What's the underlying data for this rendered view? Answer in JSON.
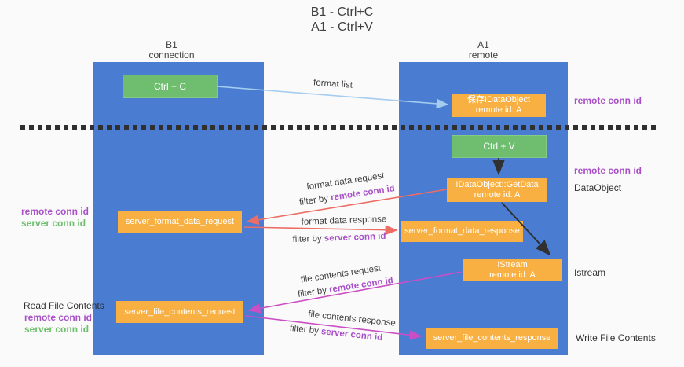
{
  "title": {
    "line1": "B1 - Ctrl+C",
    "line2": "A1 - Ctrl+V"
  },
  "lanes": {
    "left": {
      "name": "B1",
      "role": "connection"
    },
    "right": {
      "name": "A1",
      "role": "remote"
    }
  },
  "nodes": {
    "ctrl_c": {
      "label": "Ctrl + C"
    },
    "ctrl_v": {
      "label": "Ctrl + V"
    },
    "save_dataobject": {
      "line1": "保存IDataObject",
      "line2": "remote id: A"
    },
    "getdata": {
      "line1": "IDataObject::GetData",
      "line2": "remote id: A"
    },
    "format_data_request": {
      "label": "server_format_data_request"
    },
    "format_data_response": {
      "label": "server_format_data_response"
    },
    "istream": {
      "line1": "IStream",
      "line2": "remote id: A"
    },
    "file_contents_request": {
      "label": "server_file_contents_request"
    },
    "file_contents_response": {
      "label": "server_file_contents_response"
    }
  },
  "edges": {
    "format_list": {
      "label": "format list"
    },
    "format_data_request": {
      "label": "format data request"
    },
    "format_data_response": {
      "label": "format data response"
    },
    "file_contents_request": {
      "label": "file contents request"
    },
    "file_contents_response": {
      "label": "file contents response"
    },
    "filter_prefix": "filter by ",
    "remote_conn_id": "remote conn id",
    "server_conn_id": "server conn id"
  },
  "annotations": {
    "remote_conn_id": "remote conn id",
    "server_conn_id": "server conn id",
    "dataobject": "DataObject",
    "istream": "Istream",
    "read_file_contents": "Read File Contents",
    "write_file_contents": "Write File Contents"
  },
  "colors": {
    "lane_blue": "#4a7cd2",
    "box_orange": "#f9b042",
    "box_green": "#6fbe6f",
    "text_purple": "#a950c8",
    "text_green": "#6cbe6b",
    "arrow_red": "#ed6c64",
    "arrow_magenta": "#cb4ec5",
    "arrow_light_blue": "#a5cdf0",
    "arrow_black": "#303030",
    "background": "#fafafa"
  }
}
